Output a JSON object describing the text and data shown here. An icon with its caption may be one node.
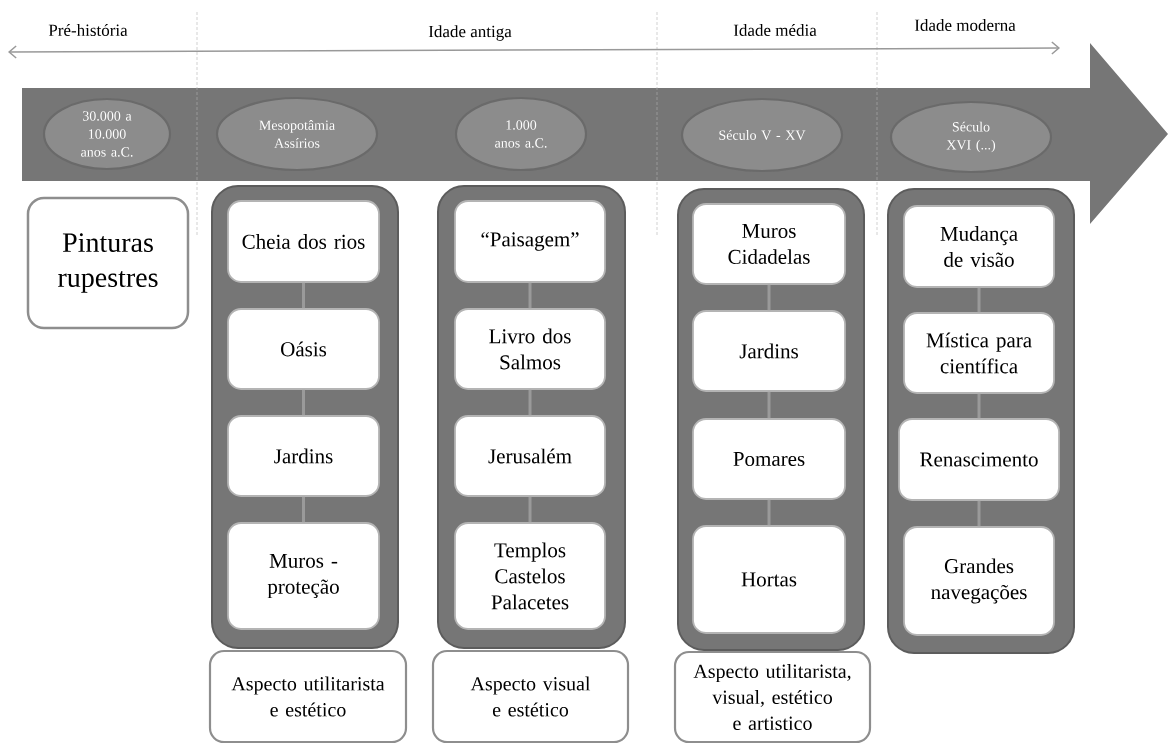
{
  "diagram": {
    "nodes": [
      {
        "text": [
          "30.000 a 10.000 anos a.C."
        ]
      },
      {
        "text": [
          "Mesopotâmia Assírios"
        ]
      },
      {
        "text": [
          "1.000 anos a.C."
        ]
      },
      {
        "text": [
          "Século V - XV"
        ]
      },
      {
        "text": [
          "Século XVI (...)"
        ]
      },
      {
        "text": [
          "Pinturas rupestres"
        ]
      },
      {
        "text": [],
        "shape": "box"
      },
      {
        "text": [
          "Cheia dos rios"
        ],
        "in": 6
      },
      {
        "text": [
          "Oásis"
        ],
        "in": 6
      },
      {
        "text": [
          "Jardins"
        ],
        "in": 6
      },
      {
        "text": [
          "Muros - proteção"
        ],
        "in": 6
      },
      {
        "text": [],
        "shape": "box"
      },
      {
        "text": [
          "“Paisagem”"
        ],
        "in": 11
      },
      {
        "text": [
          "Livro dos Salmos"
        ],
        "in": 11
      },
      {
        "text": [
          "Jerusalém"
        ],
        "in": 11
      },
      {
        "text": [
          "Templos Castelos Palacetes"
        ],
        "in": 11
      },
      {
        "text": [],
        "shape": "box"
      },
      {
        "text": [
          "Muros Cidadelas"
        ],
        "in": 16
      },
      {
        "text": [
          "Jardins"
        ],
        "in": 16
      },
      {
        "text": [
          "Pomares"
        ],
        "in": 16
      },
      {
        "text": [
          "Hortas"
        ],
        "in": 16
      },
      {
        "text": [],
        "shape": "box"
      },
      {
        "text": [
          "Mudança de visão"
        ],
        "in": 21
      },
      {
        "text": [
          "Mística para científica"
        ],
        "in": 21
      },
      {
        "text": [
          "Renascimento"
        ],
        "in": 21
      },
      {
        "text": [
          "Grandes navegações"
        ],
        "in": 21
      },
      {
        "text": [
          "Aspecto utilitarista e estético"
        ]
      },
      {
        "text": [
          "Aspecto visual e estético"
        ]
      },
      {
        "text": [
          "Aspecto utilitarista, visual, estético e artistico"
        ]
      }
    ],
    "edges": [
      {
        "from": 7,
        "to": 8,
        "arrow": "none"
      },
      {
        "from": 8,
        "to": 9,
        "arrow": "none"
      },
      {
        "from": 9,
        "to": 10,
        "arrow": "none"
      },
      {
        "from": 12,
        "to": 13,
        "arrow": "none"
      },
      {
        "from": 13,
        "to": 14,
        "arrow": "none"
      },
      {
        "from": 14,
        "to": 15,
        "arrow": "none"
      },
      {
        "from": 17,
        "to": 18,
        "arrow": "none"
      },
      {
        "from": 18,
        "to": 19,
        "arrow": "none"
      },
      {
        "from": 19,
        "to": 20,
        "arrow": "none"
      },
      {
        "from": 22,
        "to": 23,
        "arrow": "none"
      },
      {
        "from": 23,
        "to": 24,
        "arrow": "none"
      },
      {
        "from": 24,
        "to": 25,
        "arrow": "none"
      }
    ],
    "labels": [
      "Pré-história",
      "Idade antiga",
      "Idade média",
      "Idade moderna"
    ]
  }
}
